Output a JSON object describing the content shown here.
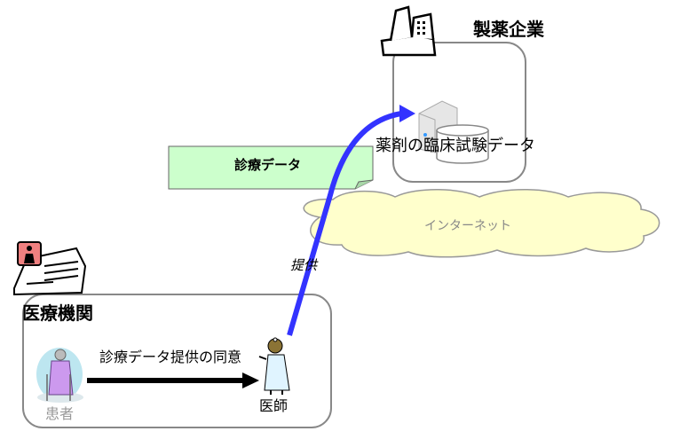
{
  "pharma": {
    "title": "製薬企業",
    "data_label": "薬剤の臨床試験データ"
  },
  "note": {
    "label": "診療データ"
  },
  "internet": {
    "label": "インターネット"
  },
  "flow": {
    "provide_label": "提供",
    "consent_label": "診療データ提供の同意"
  },
  "hospital": {
    "title": "医療機関",
    "patient_label": "患者",
    "doctor_label": "医師"
  },
  "colors": {
    "arrow_blue": "#3333ff",
    "note_fill": "#ccffcc",
    "cloud_fill": "#ffffcc",
    "box_stroke": "#888888"
  }
}
